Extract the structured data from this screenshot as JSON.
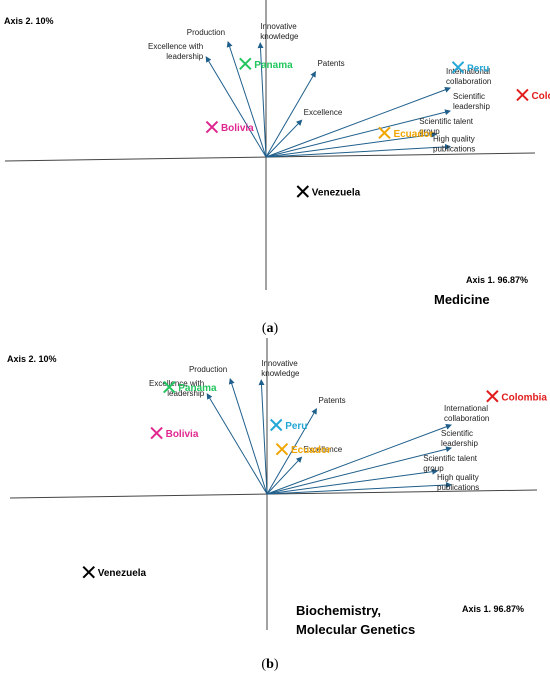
{
  "figure": {
    "caption_a": "a",
    "caption_b": "b"
  },
  "chart_data": [
    {
      "type": "scatter",
      "title": "Medicine",
      "xlabel": "Axis 1. 96.87%",
      "ylabel": "Axis 2. 10%",
      "variables": [
        {
          "name": "Production",
          "x": -0.33,
          "y": 1.0
        },
        {
          "name": "Innovative knowledge",
          "x": -0.05,
          "y": 0.99
        },
        {
          "name": "Excellence with leadership",
          "x": -0.52,
          "y": 0.87
        },
        {
          "name": "Patents",
          "x": 0.43,
          "y": 0.74
        },
        {
          "name": "Excellence",
          "x": 0.31,
          "y": 0.32
        },
        {
          "name": "International collaboration",
          "x": 1.6,
          "y": 0.6
        },
        {
          "name": "Scientific leadership",
          "x": 1.6,
          "y": 0.4
        },
        {
          "name": "Scientific talent group",
          "x": 1.48,
          "y": 0.2
        },
        {
          "name": "High quality publications",
          "x": 1.6,
          "y": 0.09
        }
      ],
      "countries": [
        {
          "name": "Panama",
          "x": -0.18,
          "y": 0.81,
          "color": "#22c55e"
        },
        {
          "name": "Peru",
          "x": 1.67,
          "y": 0.78,
          "color": "#22a7d6"
        },
        {
          "name": "Colombia",
          "x": 2.23,
          "y": 0.54,
          "color": "#e11d1d"
        },
        {
          "name": "Bolivia",
          "x": -0.47,
          "y": 0.26,
          "color": "#e0278f"
        },
        {
          "name": "Ecuador",
          "x": 1.03,
          "y": 0.21,
          "color": "#f0a500"
        },
        {
          "name": "Venezuela",
          "x": 0.32,
          "y": -0.3,
          "color": "#000000"
        }
      ]
    },
    {
      "type": "scatter",
      "title": "Biochemistry, Molecular Genetics",
      "xlabel": "Axis 1. 96.87%",
      "ylabel": "Axis 2. 10%",
      "variables": [
        {
          "name": "Production",
          "x": -0.32,
          "y": 1.0
        },
        {
          "name": "Innovative knowledge",
          "x": -0.05,
          "y": 0.99
        },
        {
          "name": "Excellence with leadership",
          "x": -0.52,
          "y": 0.87
        },
        {
          "name": "Patents",
          "x": 0.43,
          "y": 0.74
        },
        {
          "name": "Excellence",
          "x": 0.3,
          "y": 0.32
        },
        {
          "name": "International collaboration",
          "x": 1.6,
          "y": 0.6
        },
        {
          "name": "Scientific leadership",
          "x": 1.6,
          "y": 0.4
        },
        {
          "name": "Scientific talent group",
          "x": 1.48,
          "y": 0.2
        },
        {
          "name": "High quality publications",
          "x": 1.6,
          "y": 0.08
        }
      ],
      "countries": [
        {
          "name": "Panama",
          "x": -0.85,
          "y": 0.93,
          "color": "#22c55e"
        },
        {
          "name": "Colombia",
          "x": 1.96,
          "y": 0.85,
          "color": "#e11d1d"
        },
        {
          "name": "Peru",
          "x": 0.08,
          "y": 0.6,
          "color": "#22a7d6"
        },
        {
          "name": "Bolivia",
          "x": -0.96,
          "y": 0.53,
          "color": "#e0278f"
        },
        {
          "name": "Ecuador",
          "x": 0.13,
          "y": 0.39,
          "color": "#f0a500"
        },
        {
          "name": "Venezuela",
          "x": -1.55,
          "y": -0.68,
          "color": "#000000"
        }
      ]
    }
  ]
}
